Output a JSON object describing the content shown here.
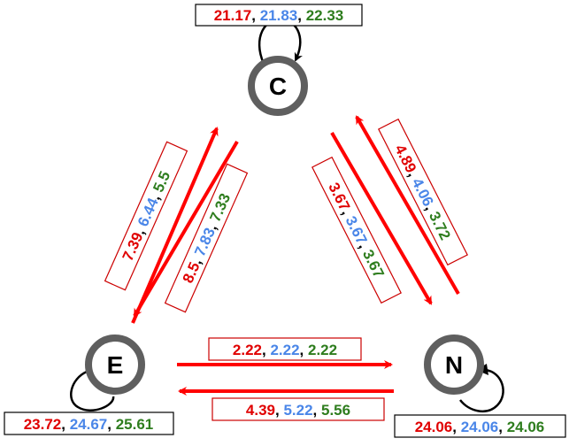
{
  "colors": {
    "red": "#e00000",
    "blue": "#4a86e8",
    "green": "#2e7d1e",
    "node_ring": "#5f5f5f",
    "arrow_red": "#ff0000",
    "loop": "#000000",
    "box_red": "#cc0000"
  },
  "nodes": {
    "C": {
      "label": "C",
      "self_loop": [
        "21.17",
        "21.83",
        "22.33"
      ]
    },
    "E": {
      "label": "E",
      "self_loop": [
        "23.72",
        "24.67",
        "25.61"
      ]
    },
    "N": {
      "label": "N",
      "self_loop": [
        "24.06",
        "24.06",
        "24.06"
      ]
    }
  },
  "edges": {
    "E_to_C": [
      "7.39",
      "6.44",
      "5.5"
    ],
    "C_to_E": [
      "8.5",
      "7.83",
      "7.33"
    ],
    "C_to_N": [
      "3.67",
      "3.67",
      "3.67"
    ],
    "N_to_C": [
      "4.89",
      "4.06",
      "3.72"
    ],
    "E_to_N": [
      "2.22",
      "2.22",
      "2.22"
    ],
    "N_to_E": [
      "4.39",
      "5.22",
      "5.56"
    ]
  },
  "separator": ", "
}
